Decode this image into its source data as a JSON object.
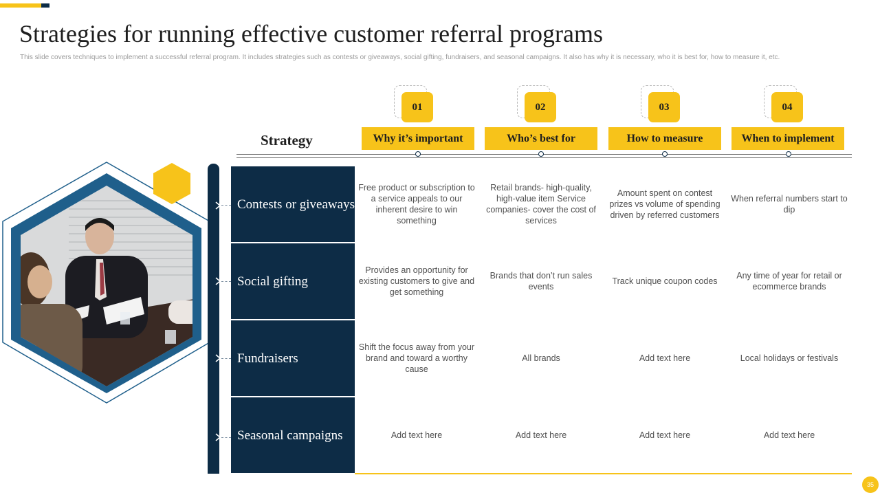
{
  "slide": {
    "title": "Strategies for running effective customer referral programs",
    "subtitle": "This slide covers techniques to implement  a successful referral program. It includes strategies such as contests or giveaways, social gifting, fundraisers, and seasonal campaigns. It also has  why it is necessary, who it is best for, how to measure it, etc.",
    "page_number": "35"
  },
  "colors": {
    "accent": "#f7c31a",
    "navy": "#0d2c46",
    "hex_blue": "#1f5f8b"
  },
  "table": {
    "strategy_header": "Strategy",
    "columns": [
      {
        "number": "01",
        "label": "Why it’s important"
      },
      {
        "number": "02",
        "label": "Who’s best for"
      },
      {
        "number": "03",
        "label": "How to measure"
      },
      {
        "number": "04",
        "label": "When to implement"
      }
    ],
    "rows": [
      {
        "strategy": "Contests or giveaways",
        "cells": [
          "Free product or subscription to a service appeals to our inherent desire to win something",
          "Retail brands- high-quality, high-value  item Service companies- cover the cost of services",
          "Amount spent on contest prizes vs  volume of spending driven  by referred customers",
          "When referral  numbers start to dip"
        ]
      },
      {
        "strategy": "Social gifting",
        "cells": [
          "Provides  an opportunity for existing customers to give and get something",
          "Brands that don’t run sales events",
          "Track unique coupon codes",
          "Any time of year for retail or ecommerce  brands"
        ]
      },
      {
        "strategy": "Fundraisers",
        "cells": [
          "Shift the focus away from your brand and toward a worthy cause",
          "All brands",
          "Add text here",
          "Local holidays or festivals"
        ]
      },
      {
        "strategy": "Seasonal campaigns",
        "cells": [
          "Add text here",
          "Add text here",
          "Add text here",
          "Add text here"
        ]
      }
    ]
  },
  "image": {
    "description_icon": "business-meeting-photo"
  }
}
